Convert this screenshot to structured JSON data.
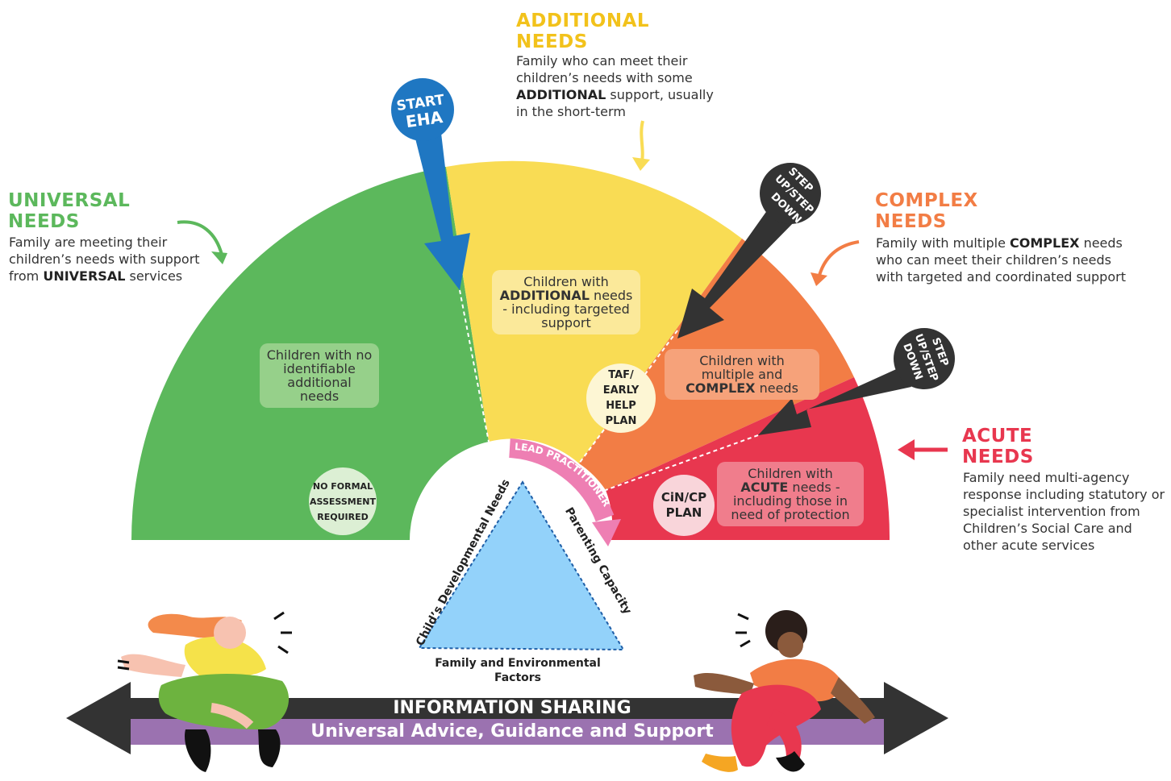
{
  "universal": {
    "heading": "UNIVERSAL\nNEEDS",
    "desc_prefix": "Family are meeting their children’s needs with support from ",
    "desc_bold": "UNIVERSAL",
    "desc_suffix": " services",
    "zone_text": "Children with no identifiable additional needs",
    "badge": "NO FORMAL\nASSESSMENT\nREQUIRED"
  },
  "additional": {
    "heading": "ADDITIONAL\nNEEDS",
    "desc_prefix": "Family who can meet their children’s needs with some ",
    "desc_bold": "ADDITIONAL",
    "desc_suffix": " support, usually in the short-term",
    "zone_prefix": "Children with",
    "zone_bold": "ADDITIONAL",
    "zone_suffix": " needs - including targeted support",
    "badge": "TAF/\nEARLY HELP\nPLAN"
  },
  "complex": {
    "heading": "COMPLEX\nNEEDS",
    "desc_prefix": "Family with multiple ",
    "desc_bold": "COMPLEX",
    "desc_suffix": " needs who can meet their children’s needs with targeted and coordinated support",
    "zone_prefix": "Children with multiple and ",
    "zone_bold": "COMPLEX",
    "zone_suffix": " needs"
  },
  "acute": {
    "heading": "ACUTE\nNEEDS",
    "desc": "Family need multi-agency response including statutory or specialist intervention from Children’s Social Care and other acute services",
    "zone_prefix": "Children with ",
    "zone_bold": "ACUTE",
    "zone_suffix": " needs - including those in need of protection",
    "badge": "CiN/CP\nPLAN"
  },
  "markers": {
    "start_line1": "START",
    "start_line2": "EHA",
    "step1": [
      "STEP",
      "UP/STEP",
      "DOWN"
    ],
    "step2": [
      "STEP",
      "UP/STEP",
      "DOWN"
    ]
  },
  "lead_practitioner": "LEAD PRACTITIONER",
  "triangle": {
    "left": "Child’s Developmental Needs",
    "right": "Parenting Capacity",
    "bottom": "Family and Environmental Factors"
  },
  "bar": {
    "top": "INFORMATION SHARING",
    "bottom": "Universal Advice, Guidance and Support"
  },
  "colors": {
    "green": "#5cb85c",
    "yellow": "#f9dc54",
    "orange": "#f27d45",
    "red": "#e8374f",
    "blue": "#1f77c2",
    "dark": "#333333",
    "purple": "#9b72b0",
    "triangle": "#93d2fa",
    "pink": "#ee7fb3"
  }
}
